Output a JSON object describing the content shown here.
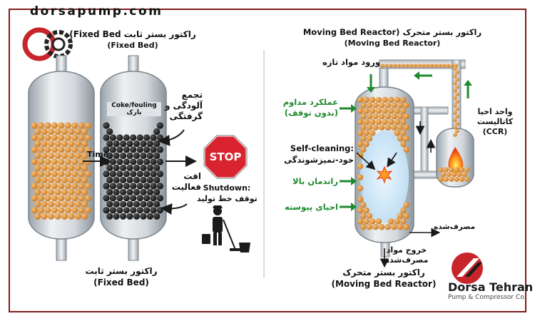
{
  "brand": {
    "site": "dorsapump.com",
    "company_name": "Dorsa Tehran",
    "company_sub": "Pump & Compressor Co.",
    "colors": {
      "frame": "#7d1f1f",
      "logo_red": "#c8242b",
      "pellet": "#e39a3c",
      "coke": "#1b1b1b",
      "stop_red": "#d9232e",
      "arrow_green": "#1f8a2e"
    }
  },
  "fixed_bed": {
    "title_fa": "راکتور بستر ثابت",
    "title_en_paren": "(Fixed Bed",
    "subtitle_en": "(Fixed Bed)",
    "time_label": "Time",
    "coke_label_en": "Coke/fouling",
    "coke_label_fa": "بارک",
    "fouling_label_line1": "تجمع",
    "fouling_label_line2": "آلودگی و",
    "fouling_label_line3": "گرفتگی",
    "activity_drop_line1": "افت",
    "activity_drop_line2": "فعالیت",
    "stop_sign": "STOP",
    "shutdown_en": "Shutdown:",
    "shutdown_fa": "توقف خط تولید",
    "bottom_title_fa": "راکتور بستر ثابت",
    "bottom_title_en": "(Fixed Bed)"
  },
  "moving_bed": {
    "title": "Moving Bed Reactor) راکتور بستر متحرک",
    "subtitle_en": "(Moving Bed Reactor)",
    "fresh_feed": "ورود مواد تازه",
    "continuous_line1": "عملکرد مداوم",
    "continuous_line2": "(بدون توقف)",
    "self_cleaning_en": "Self-cleaning:",
    "self_cleaning_fa": "خود-تمیزشوندگی",
    "high_yield": "راندمان بالا",
    "continuous_regen": "احیای پیوسته",
    "regen_unit_line1": "واحد احیا",
    "regen_unit_line2": "کاتالیست",
    "regen_unit_line3": "(CCR)",
    "spent": "مصرف‌شده",
    "spent_exit_line1": "خروج مواد",
    "spent_exit_line2": "مصرف‌شده",
    "bottom_title_fa": "راکتور بستر متحرک",
    "bottom_title_en": "(Moving Bed Reactor)"
  }
}
